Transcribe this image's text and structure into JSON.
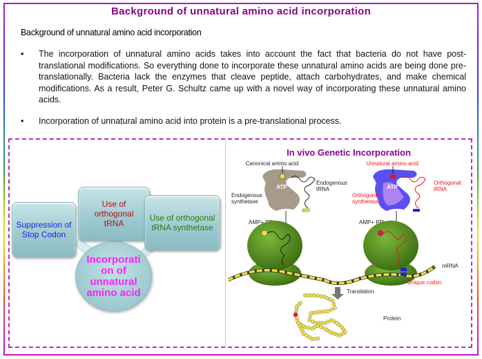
{
  "slide": {
    "title": "Background of unnatural amino acid incorporation",
    "subtitle": "Background of unnatural amino acid incorporation",
    "bullets": [
      {
        "marker": "•",
        "text": "The incorporation of unnatural amino acids takes into account the fact that bacteria do not have post-translational modifications. So everything done to incorporate these unnatural amino acids are being done pre-translationally. Bacteria lack the enzymes that cleave peptide, attach carbohydrates, and make chemical modifications. As a result, Peter G. Schultz came up with a novel way of incorporating these unnatural amino acids."
      },
      {
        "marker": "•",
        "text": "Incorporation of unnatural amino acid into protein is a pre-translational process."
      }
    ]
  },
  "left_diagram": {
    "boxes": [
      {
        "label": "Suppression of Stop Codon",
        "color": "#2020e0"
      },
      {
        "label": "Use of orthogonal tRNA",
        "color": "#b01010"
      },
      {
        "label": "Use of orthogonal tRNA synthetase",
        "color": "#2a7a10"
      }
    ],
    "center": {
      "label": "Incorporati on of unnatural amino acid",
      "color": "#ff20ff"
    }
  },
  "right_diagram": {
    "title": "In vivo Genetic Incorporation",
    "labels": {
      "canonical_aa": "Canonical amino acid",
      "unnatural_aa": "Unnatural amino acid",
      "endogenous_trna": "Endogenous tRNA",
      "endogenous_trna_l1": "Endogenous",
      "endogenous_trna_l2": "tRNA",
      "endogenous_synth_l1": "Endogenous",
      "endogenous_synth_l2": "synthetase",
      "orthogonal_trna_l1": "Orthogonal",
      "orthogonal_trna_l2": "tRNA",
      "orthogonal_synth_l1": "Orthogonal",
      "orthogonal_synth_l2": "synthetase",
      "atp": "ATP",
      "amp_ppi": "AMP+ PPi",
      "mrna": "mRNA",
      "unique_codon": "Unique codon",
      "translation": "Translation",
      "protein": "Protein"
    },
    "colors": {
      "title": "#8b008b",
      "red_label": "#e81818",
      "ribosome": "#4a8a1a",
      "mrna": "#f0e040",
      "endogenous_synth": "#a89a8a",
      "orthogonal_synth": "#5050f0"
    }
  }
}
